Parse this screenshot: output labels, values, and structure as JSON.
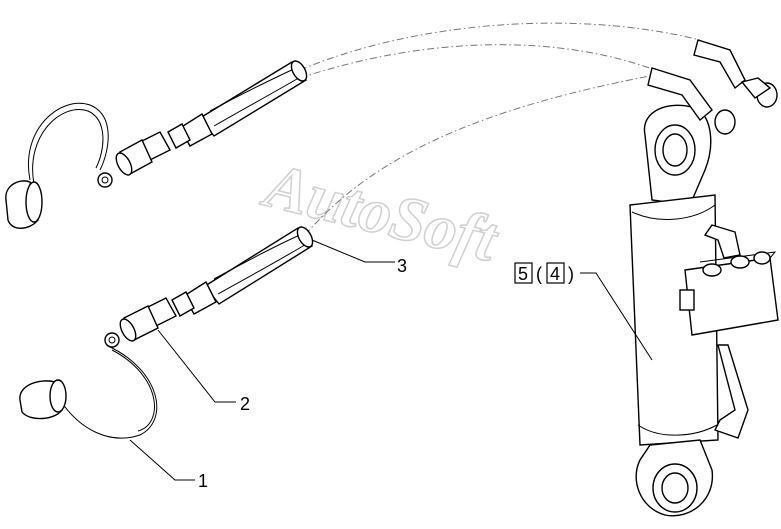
{
  "watermark": "AutoSoft",
  "callouts": {
    "c1": "1",
    "c2": "2",
    "c3": "3",
    "c5_box": "5",
    "c4_box": "4",
    "paren_open": "(",
    "paren_close": ")"
  }
}
